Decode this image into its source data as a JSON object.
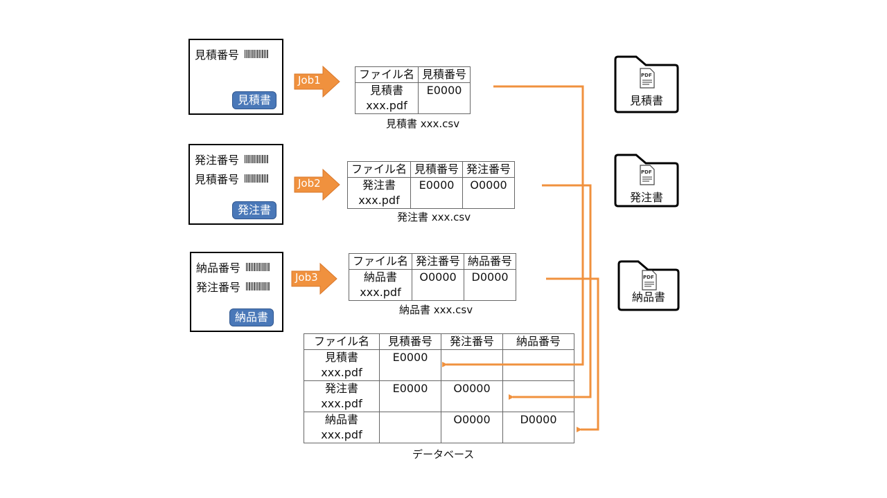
{
  "colors": {
    "arrow_orange": "#f0913e",
    "badge_blue": "#4a78b8",
    "border": "#000000"
  },
  "source_documents": [
    {
      "fields": [
        "見積番号"
      ],
      "badge": "見積書"
    },
    {
      "fields": [
        "発注番号",
        "見積番号"
      ],
      "badge": "発注書"
    },
    {
      "fields": [
        "納品番号",
        "発注番号"
      ],
      "badge": "納品書"
    }
  ],
  "jobs": [
    "Job1",
    "Job2",
    "Job3"
  ],
  "csv_tables": [
    {
      "headers": [
        "ファイル名",
        "見積番号"
      ],
      "row": {
        "file_name": "見積書",
        "file_ext": "xxx.pdf",
        "values": [
          "E0000"
        ]
      },
      "caption": "見積書 xxx.csv"
    },
    {
      "headers": [
        "ファイル名",
        "見積番号",
        "発注番号"
      ],
      "row": {
        "file_name": "発注書",
        "file_ext": "xxx.pdf",
        "values": [
          "E0000",
          "O0000"
        ]
      },
      "caption": "発注書 xxx.csv"
    },
    {
      "headers": [
        "ファイル名",
        "発注番号",
        "納品番号"
      ],
      "row": {
        "file_name": "納品書",
        "file_ext": "xxx.pdf",
        "values": [
          "O0000",
          "D0000"
        ]
      },
      "caption": "納品書 xxx.csv"
    }
  ],
  "database": {
    "headers": [
      "ファイル名",
      "見積番号",
      "発注番号",
      "納品番号"
    ],
    "rows": [
      {
        "file_name": "見積書",
        "file_ext": "xxx.pdf",
        "values": [
          "E0000",
          "",
          ""
        ]
      },
      {
        "file_name": "発注書",
        "file_ext": "xxx.pdf",
        "values": [
          "E0000",
          "O0000",
          ""
        ]
      },
      {
        "file_name": "納品書",
        "file_ext": "xxx.pdf",
        "values": [
          "",
          "O0000",
          "D0000"
        ]
      }
    ],
    "caption": "データベース"
  },
  "folders": [
    {
      "icon_text": "PDF",
      "label": "見積書"
    },
    {
      "icon_text": "PDF",
      "label": "発注書"
    },
    {
      "icon_text": "PDF",
      "label": "納品書"
    }
  ]
}
